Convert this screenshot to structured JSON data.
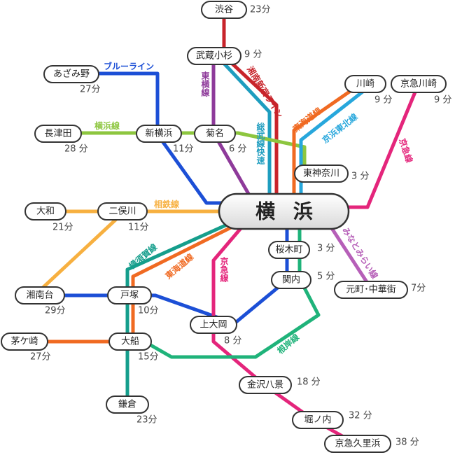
{
  "hub": {
    "name": "横 浜"
  },
  "colors": {
    "shonan_shinjuku": "#c8242b",
    "sobu_rapid": "#1e9dbf",
    "toyoko": "#8e3a9a",
    "blue_line": "#1c4fd6",
    "yokohama_line": "#8dc63f",
    "sotetsu": "#f7b040",
    "tokaido": "#f06a22",
    "keihin_tohoku": "#27a7dc",
    "keikyu": "#e4257b",
    "minatomirai": "#b65fb8",
    "negishi": "#1fb37a",
    "yokosuka": "#159e8c"
  },
  "stations": {
    "shibuya": {
      "name": "渋谷",
      "min": "23分"
    },
    "musashikosugi": {
      "name": "武蔵小杉",
      "min": "9 分"
    },
    "azamino": {
      "name": "あざみ野",
      "min": "27分"
    },
    "nagatsuta": {
      "name": "長津田",
      "min": "28 分"
    },
    "shinyokohama": {
      "name": "新横浜",
      "min": "11分"
    },
    "kikuna": {
      "name": "菊名",
      "min": "6 分"
    },
    "kawasaki": {
      "name": "川崎",
      "min": "9 分"
    },
    "keikyu_kawasaki": {
      "name": "京急川崎",
      "min": "9 分"
    },
    "higashikanagawa": {
      "name": "東神奈川",
      "min": "3 分"
    },
    "yamato": {
      "name": "大和",
      "min": "21分"
    },
    "futamatagawa": {
      "name": "二俣川",
      "min": "11分"
    },
    "sakuragicho": {
      "name": "桜木町",
      "min": "3 分"
    },
    "kannai": {
      "name": "関内",
      "min": "5 分"
    },
    "motomachi": {
      "name": "元町･中華街",
      "min": "7分"
    },
    "shonandai": {
      "name": "湘南台",
      "min": "29分"
    },
    "totsuka": {
      "name": "戸塚",
      "min": "10分"
    },
    "kamiooka": {
      "name": "上大岡",
      "min": "8 分"
    },
    "chigasaki": {
      "name": "茅ケ崎",
      "min": "27分"
    },
    "ofuna": {
      "name": "大船",
      "min": "15分"
    },
    "kanazawahakkei": {
      "name": "金沢八景",
      "min": "18 分"
    },
    "kamakura": {
      "name": "鎌倉",
      "min": "23分"
    },
    "horinouchi": {
      "name": "堀ノ内",
      "min": "32 分"
    },
    "keikyu_kurihama": {
      "name": "京急久里浜",
      "min": "38 分"
    }
  },
  "line_labels": {
    "blue_line": "ブルーライン",
    "yokohama_line": "横浜線",
    "sotetsu": "相鉄線",
    "toyoko": "東横線",
    "shonan_shinjuku": "湘南新宿ライン",
    "sobu_rapid": "総武線快速",
    "tokaido_north": "東海道線",
    "keihin_tohoku": "京浜東北線",
    "keikyu_north": "京急線",
    "minatomirai": "みなとみらい線",
    "yokosuka": "横須賀線",
    "tokaido_south": "東海道線",
    "keikyu_south": "京急線",
    "negishi": "根岸線"
  }
}
